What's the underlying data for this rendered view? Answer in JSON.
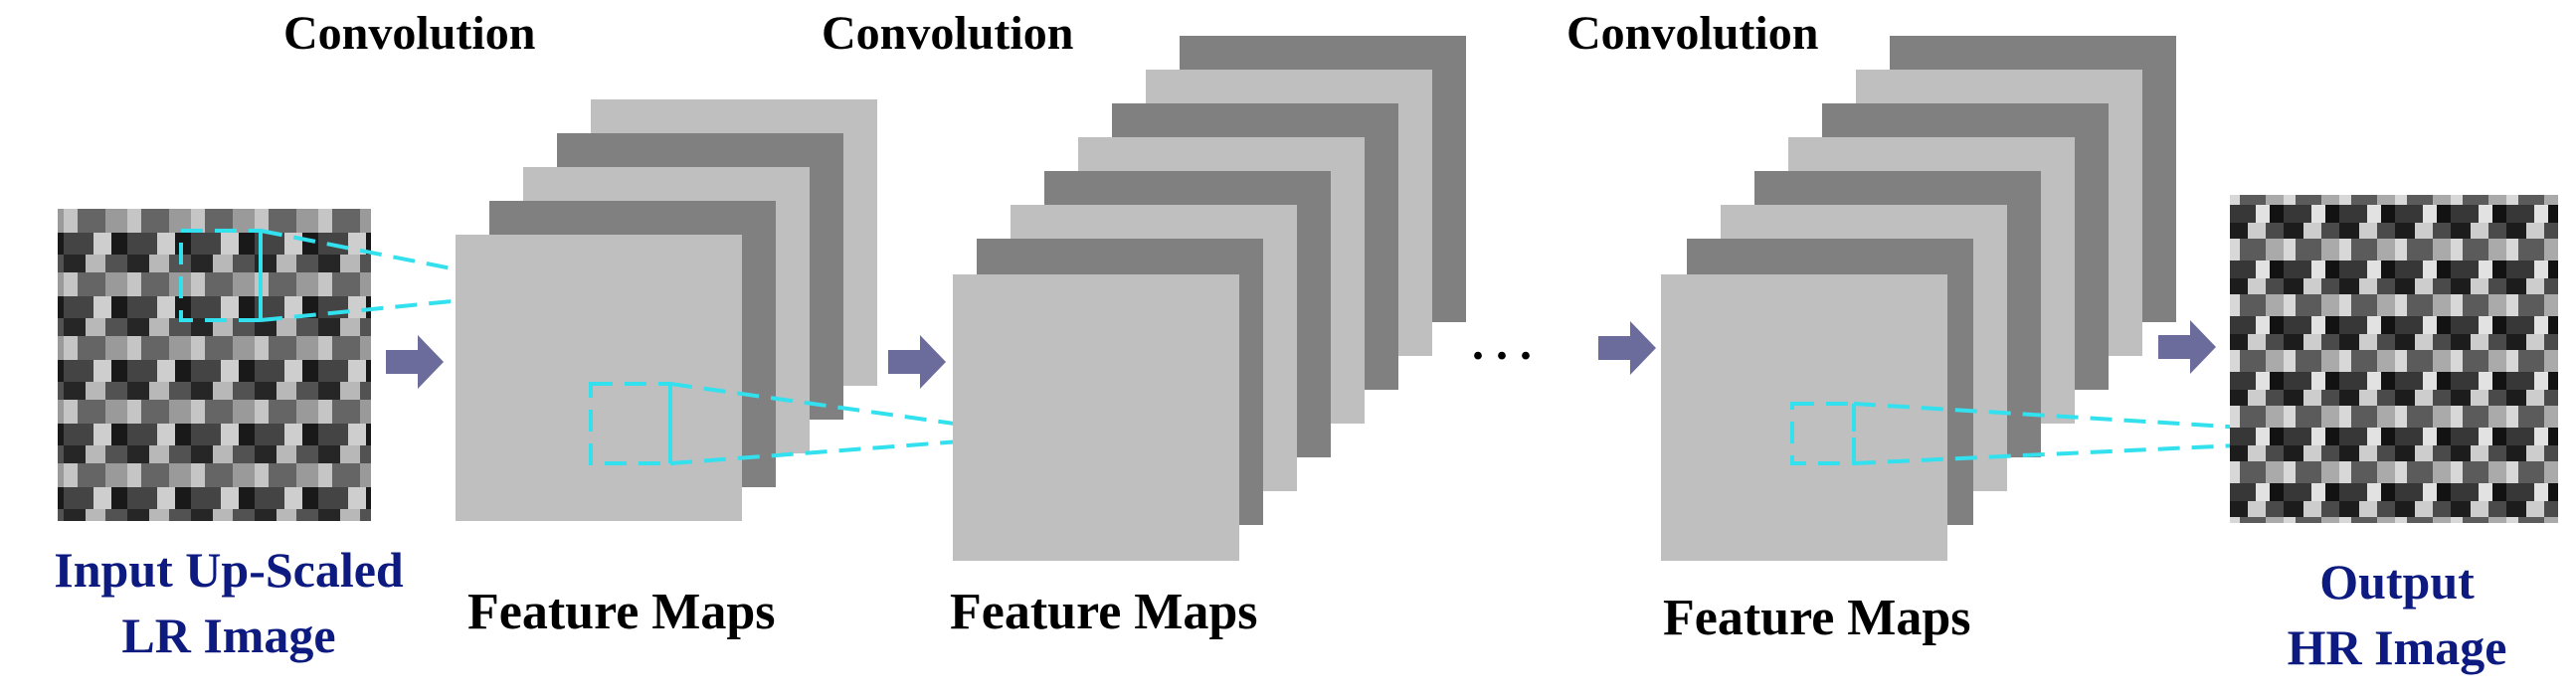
{
  "labels": {
    "convolution_1": "Convolution",
    "convolution_2": "Convolution",
    "convolution_3": "Convolution",
    "feature_maps_1": "Feature Maps",
    "feature_maps_2": "Feature Maps",
    "feature_maps_3": "Feature Maps",
    "input_line1": "Input Up-Scaled",
    "input_line2": "LR Image",
    "output_line1": "Output",
    "output_line2": "HR Image",
    "ellipsis": ". . ."
  },
  "colors": {
    "label_blue": "#0d1a80",
    "arrow": "#6b6b9c",
    "window_line": "#33e0ee",
    "map_light": "#bfbfbf",
    "map_dark": "#808080"
  },
  "icons": {
    "arrow": "right-arrow-icon",
    "input": "satellite-image-icon",
    "output": "satellite-image-icon"
  }
}
